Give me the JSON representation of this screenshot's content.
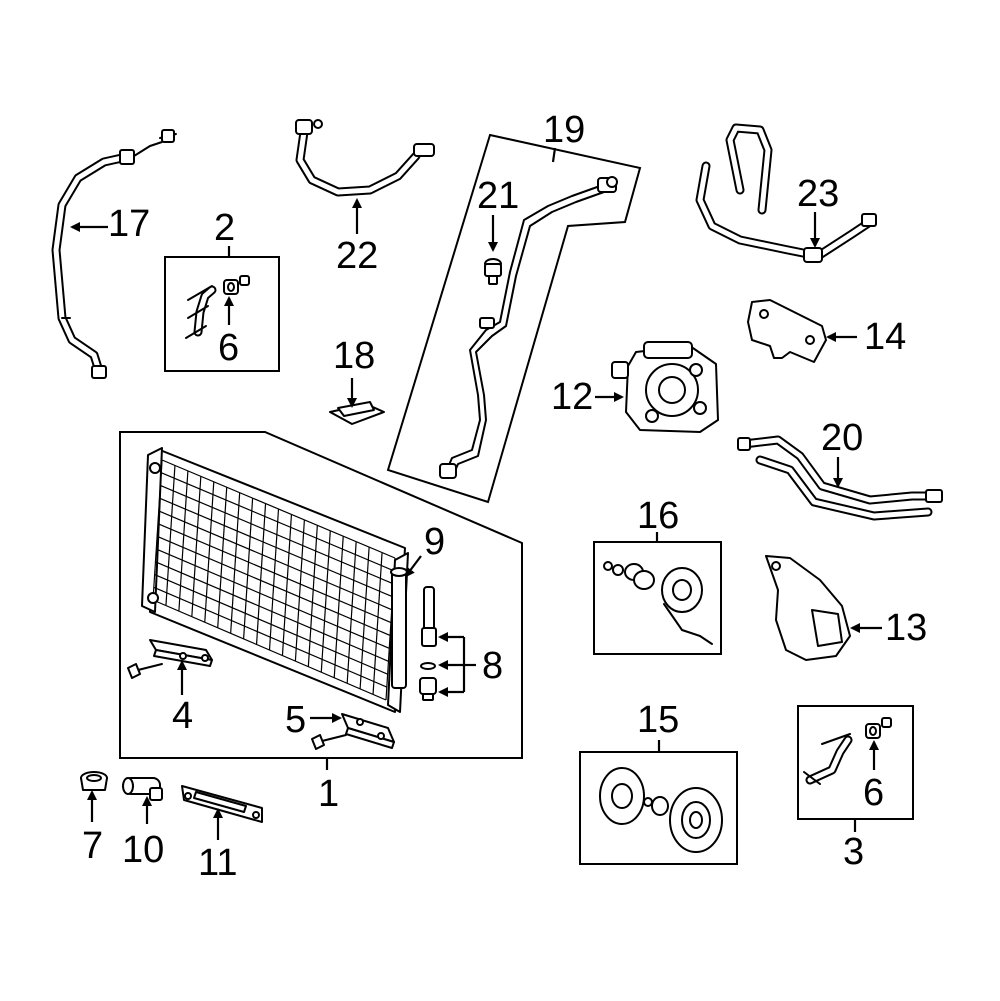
{
  "diagram": {
    "callouts": {
      "c1": "1",
      "c2": "2",
      "c3": "3",
      "c4": "4",
      "c5": "5",
      "c6a": "6",
      "c6b": "6",
      "c7": "7",
      "c8": "8",
      "c9": "9",
      "c10": "10",
      "c11": "11",
      "c12": "12",
      "c13": "13",
      "c14": "14",
      "c15": "15",
      "c16": "16",
      "c17": "17",
      "c18": "18",
      "c19": "19",
      "c20": "20",
      "c21": "21",
      "c22": "22",
      "c23": "23"
    }
  }
}
